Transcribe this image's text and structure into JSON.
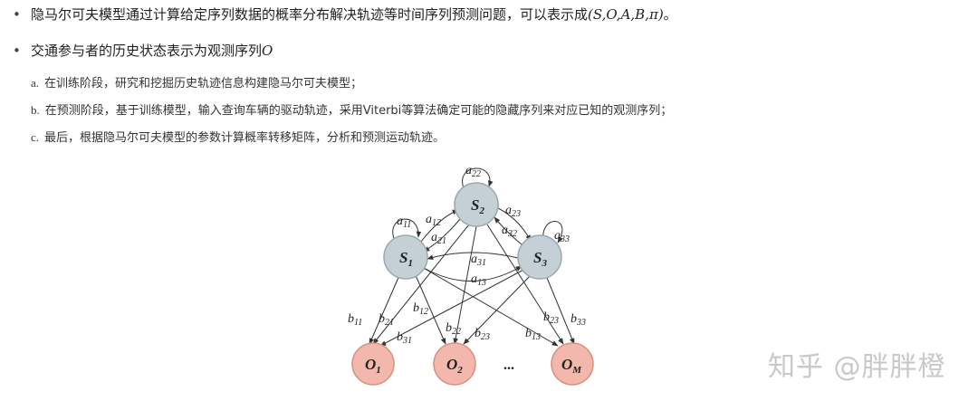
{
  "bullets": [
    {
      "text": "隐马尔可夫模型通过计算给定序列数据的概率分布解决轨迹等时间序列预测问题，可以表示成",
      "math": "(S,O,A,B,π)",
      "tail": "。"
    },
    {
      "text": "交通参与者的历史状态表示为观测序列",
      "math": "O",
      "tail": ""
    }
  ],
  "steps": [
    {
      "label": "a.",
      "text": "在训练阶段，研究和挖掘历史轨迹信息构建隐马尔可夫模型；"
    },
    {
      "label": "b.",
      "text": "在预测阶段，基于训练模型，输入查询车辆的驱动轨迹，采用Viterbi等算法确定可能的隐藏序列来对应已知的观测序列；"
    },
    {
      "label": "c.",
      "text": "最后，根据隐马尔可夫模型的参数计算概率转移矩阵，分析和预测运动轨迹。"
    }
  ],
  "diagram": {
    "hidden_states": [
      {
        "base": "S",
        "sub": "1"
      },
      {
        "base": "S",
        "sub": "2"
      },
      {
        "base": "S",
        "sub": "3"
      }
    ],
    "observations": [
      {
        "base": "O",
        "sub": "1"
      },
      {
        "base": "O",
        "sub": "2"
      },
      {
        "base": "O",
        "sub": "M"
      }
    ],
    "ellipsis": "...",
    "transition_labels": [
      {
        "base": "a",
        "sub": "11"
      },
      {
        "base": "a",
        "sub": "12"
      },
      {
        "base": "a",
        "sub": "21"
      },
      {
        "base": "a",
        "sub": "22"
      },
      {
        "base": "a",
        "sub": "23"
      },
      {
        "base": "a",
        "sub": "32"
      },
      {
        "base": "a",
        "sub": "33"
      },
      {
        "base": "a",
        "sub": "31"
      },
      {
        "base": "a",
        "sub": "13"
      }
    ],
    "emission_labels": [
      {
        "base": "b",
        "sub": "11"
      },
      {
        "base": "b",
        "sub": "21"
      },
      {
        "base": "b",
        "sub": "31"
      },
      {
        "base": "b",
        "sub": "12"
      },
      {
        "base": "b",
        "sub": "22"
      },
      {
        "base": "b",
        "sub": "23"
      },
      {
        "base": "b",
        "sub": "13"
      },
      {
        "base": "b",
        "sub": "33"
      }
    ],
    "colors": {
      "hidden_fill": "#c5d0d6",
      "hidden_stroke": "#9aa8b0",
      "obs_fill": "#f2b8ad",
      "obs_stroke": "#d9907f",
      "edge": "#333333"
    }
  },
  "watermark": "知乎 @胖胖橙"
}
